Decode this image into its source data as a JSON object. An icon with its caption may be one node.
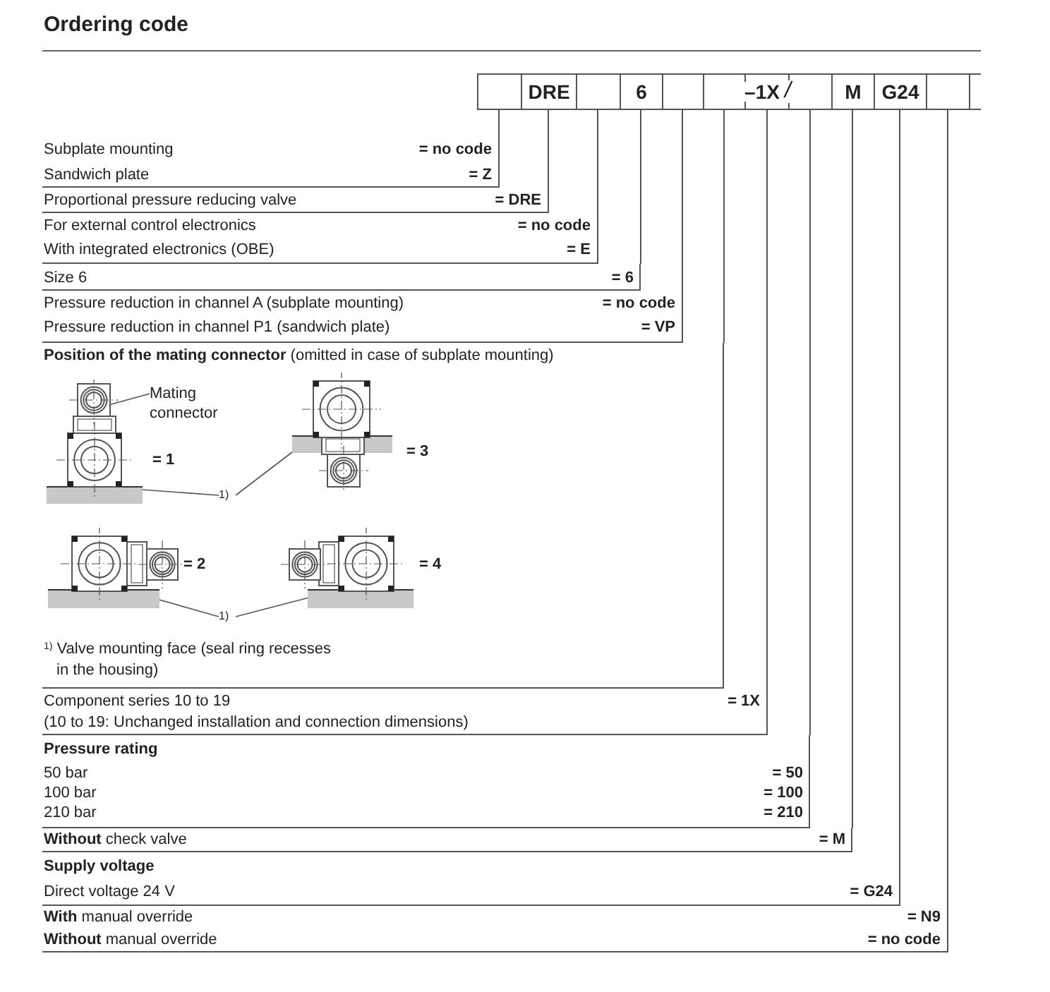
{
  "diagram": {
    "title": "Ordering code",
    "nodes": [
      {
        "text": [],
        "shape": "box"
      },
      {
        "text": [
          "DRE"
        ]
      },
      {
        "text": [],
        "shape": "box"
      },
      {
        "text": [
          "6"
        ]
      },
      {
        "text": [],
        "shape": "box"
      },
      {
        "text": [],
        "shape": "box"
      },
      {
        "text": [
          "–1X"
        ]
      },
      {
        "text": [],
        "shape": "box"
      },
      {
        "text": [
          "M"
        ]
      },
      {
        "text": [
          "G24"
        ]
      },
      {
        "text": [],
        "shape": "box"
      },
      {
        "text": [
          "Subplate mounting",
          "= no code",
          "Sandwich plate",
          "= Z"
        ]
      },
      {
        "text": [
          "Proportional pressure reducing valve",
          "= DRE"
        ]
      },
      {
        "text": [
          "For external control electronics",
          "= no code",
          "With integrated electronics (OBE)",
          "= E"
        ]
      },
      {
        "text": [
          "Size 6",
          "= 6"
        ]
      },
      {
        "text": [
          "Pressure reduction in channel A (subplate mounting)",
          "= no code",
          "Pressure reduction in channel P1 (sandwich plate)",
          "= VP"
        ]
      },
      {
        "text": [
          "**Position of the mating connector** (omitted in case of subplate mounting)",
          "$^{1)}$ Valve mounting face (seal ring recesses in the housing)"
        ]
      },
      {
        "text": [],
        "shape": "picture",
        "in": 16,
        "beside": [
          "= 1"
        ]
      },
      {
        "text": [],
        "shape": "picture",
        "in": 16,
        "beside": [
          "= 3"
        ]
      },
      {
        "text": [],
        "shape": "picture",
        "in": 16,
        "beside": [
          "= 2"
        ]
      },
      {
        "text": [],
        "shape": "picture",
        "in": 16,
        "beside": [
          "= 4"
        ]
      },
      {
        "text": [
          "Mating connector"
        ],
        "in": 16
      },
      {
        "text": [
          "1)"
        ],
        "in": 16
      },
      {
        "text": [
          "1)"
        ],
        "in": 16
      },
      {
        "text": [
          "Component series 10 to 19",
          "= 1X",
          "(10 to 19: Unchanged installation and connection dimensions)"
        ]
      },
      {
        "text": [
          "Pressure rating",
          "50 bar",
          "= 50",
          "100 bar",
          "= 100",
          "210 bar",
          "= 210"
        ]
      },
      {
        "text": [
          "**Without** check valve",
          "= M"
        ]
      },
      {
        "text": [
          "Supply voltage",
          "Direct voltage 24 V",
          "= G24"
        ]
      },
      {
        "text": [
          "**With** manual override",
          "= N9",
          "**Without** manual override",
          "= no code"
        ]
      }
    ],
    "edges": [
      {
        "from": 0,
        "to": 11,
        "arrow": "none"
      },
      {
        "from": 1,
        "to": 12,
        "arrow": "none"
      },
      {
        "from": 2,
        "to": 13,
        "arrow": "none"
      },
      {
        "from": 3,
        "to": 14,
        "arrow": "none"
      },
      {
        "from": 4,
        "to": 15,
        "arrow": "none"
      },
      {
        "from": 5,
        "to": 16,
        "arrow": "none"
      },
      {
        "from": 6,
        "to": 24,
        "arrow": "none"
      },
      {
        "from": 7,
        "to": 25,
        "arrow": "none"
      },
      {
        "from": 8,
        "to": 26,
        "arrow": "none"
      },
      {
        "from": 9,
        "to": 27,
        "arrow": "none"
      },
      {
        "from": 10,
        "to": 28,
        "arrow": "none"
      },
      {
        "from": 21,
        "to": 17,
        "arrow": "none"
      },
      {
        "from": 22,
        "to": 17,
        "arrow": "none"
      },
      {
        "from": 22,
        "to": 18,
        "arrow": "none"
      },
      {
        "from": 23,
        "to": 19,
        "arrow": "none"
      },
      {
        "from": 23,
        "to": 20,
        "arrow": "none"
      }
    ],
    "labels": [
      "/"
    ]
  }
}
